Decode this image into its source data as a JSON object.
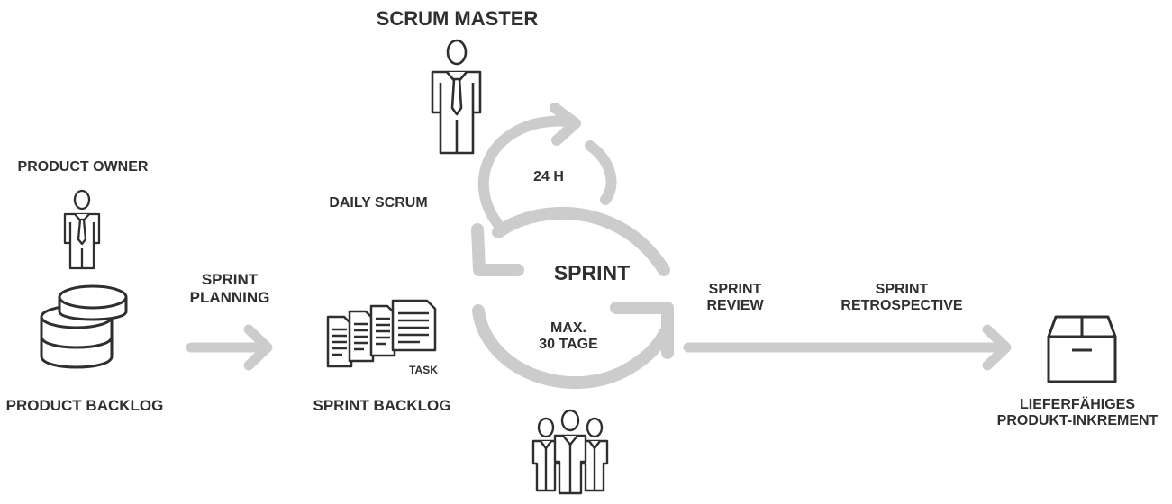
{
  "colors": {
    "ink": "#2f2f2f",
    "arrow": "#cccccc",
    "background": "#ffffff"
  },
  "labels": {
    "scrum_master": "SCRUM MASTER",
    "product_owner": "PRODUCT OWNER",
    "product_backlog": "PRODUCT BACKLOG",
    "sprint_planning_line1": "SPRINT",
    "sprint_planning_line2": "PLANNING",
    "daily_scrum": "DAILY SCRUM",
    "cycle_24h": "24 H",
    "sprint": "SPRINT",
    "max_line1": "MAX.",
    "max_line2": "30 TAGE",
    "task": "TASK",
    "sprint_backlog": "SPRINT BACKLOG",
    "sprint_review_line1": "SPRINT",
    "sprint_review_line2": "REVIEW",
    "sprint_retro_line1": "SPRINT",
    "sprint_retro_line2": "RETROSPECTIVE",
    "increment_line1": "LIEFERFÄHIGES",
    "increment_line2": "PRODUKT-INKREMENT"
  },
  "icons": {
    "scrum_master": "person-tie-icon",
    "product_owner": "person-tie-icon",
    "product_backlog": "database-stack-icon",
    "sprint_backlog": "documents-stack-icon",
    "team": "team-group-icon",
    "increment": "box-icon"
  }
}
